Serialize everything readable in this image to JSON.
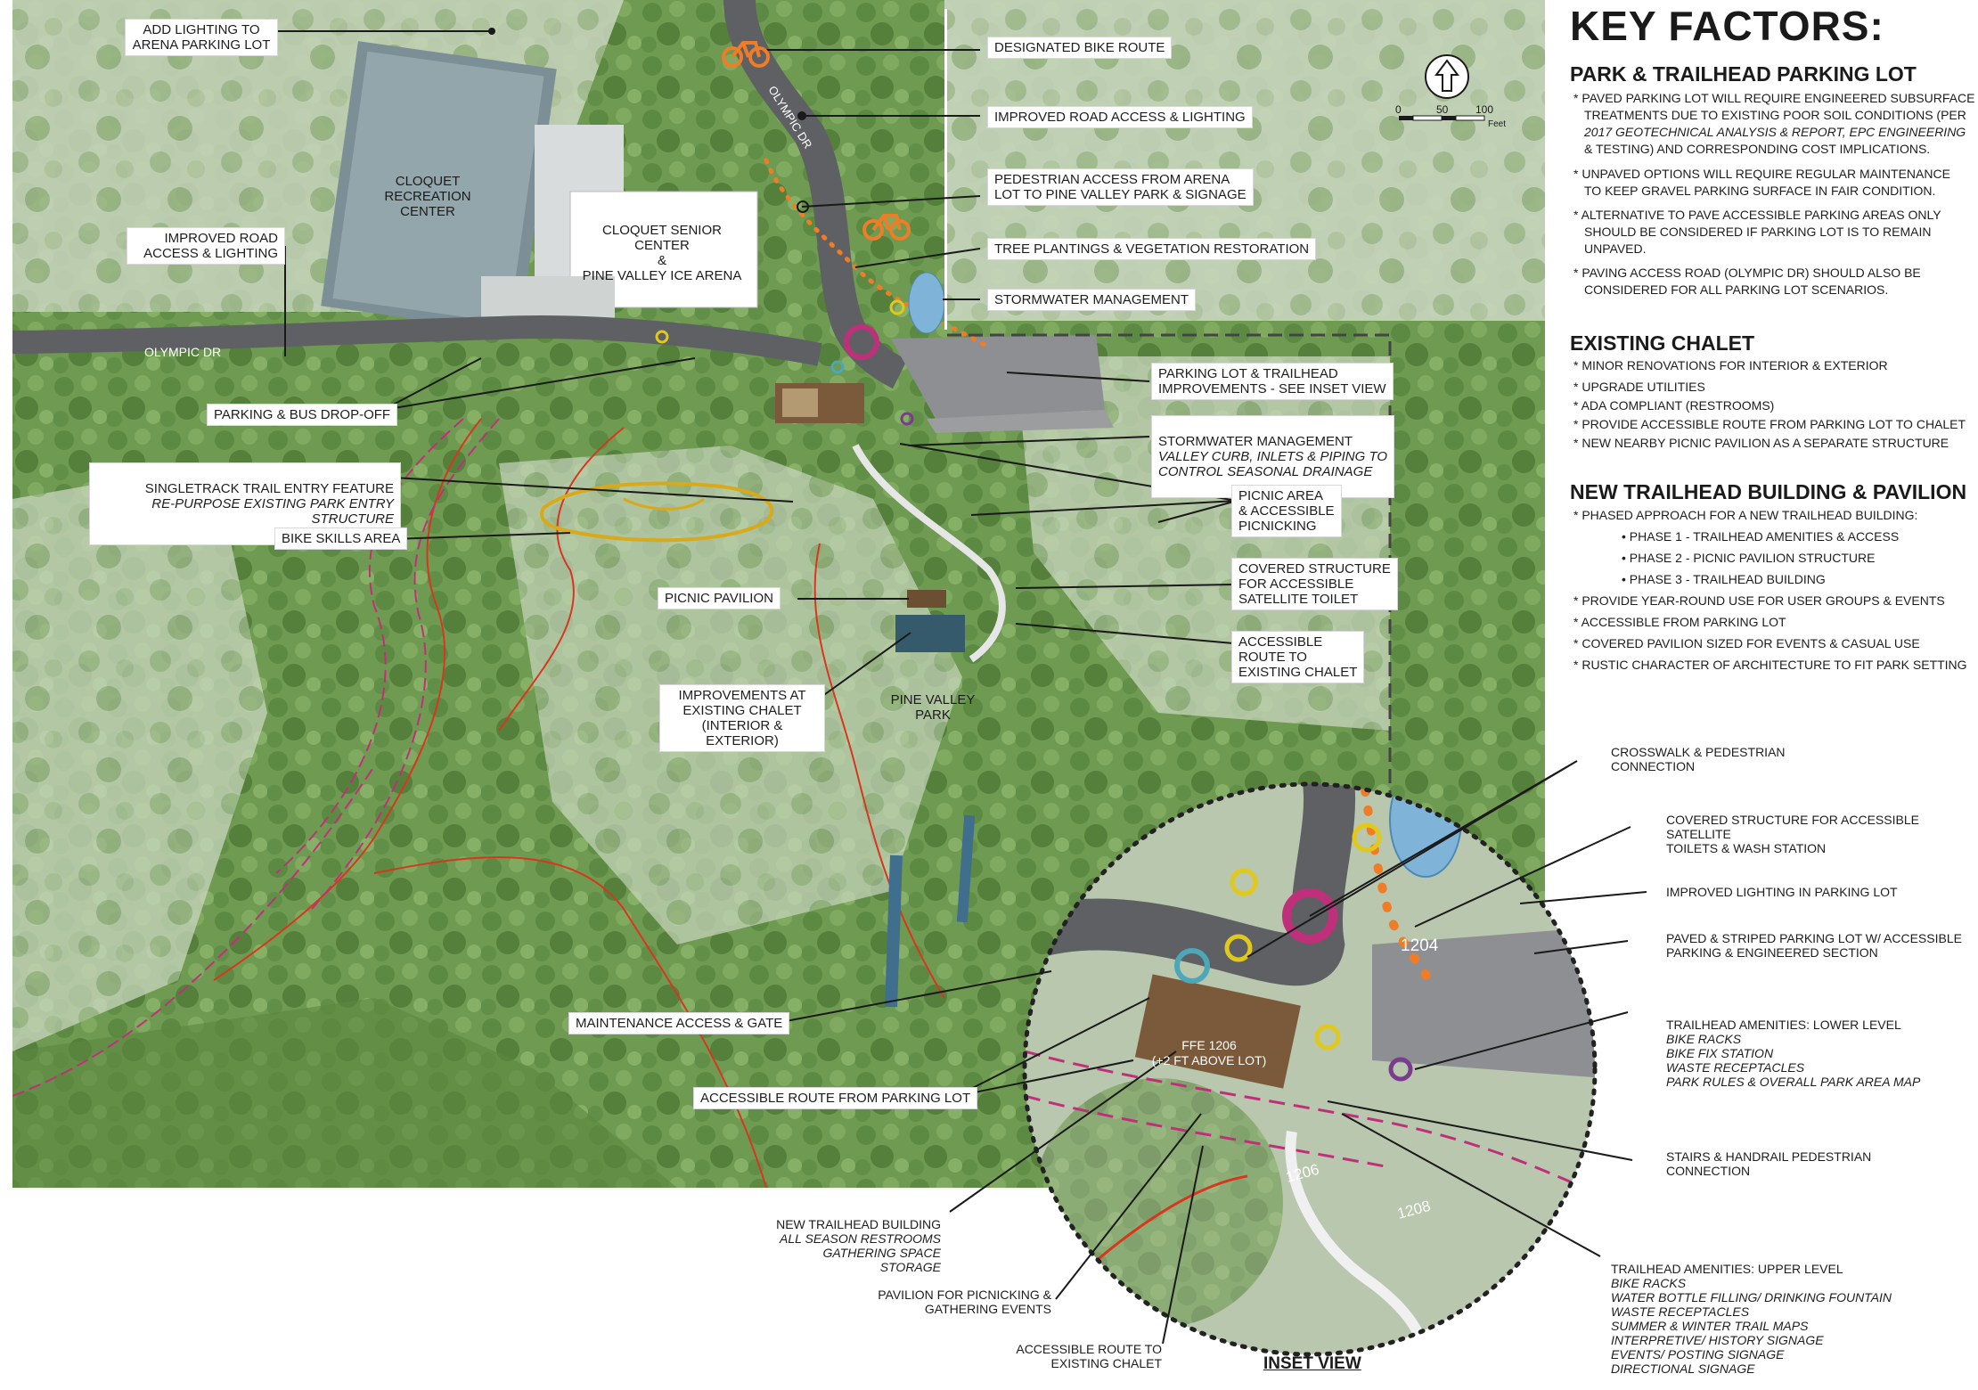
{
  "colors": {
    "forest": "#6f9a52",
    "forest_dark": "#4a7436",
    "meadow": "#c8d3bd",
    "road": "#5f6063",
    "parking": "#8e8f92",
    "trail_red": "#d9361e",
    "trail_magenta": "#c0307a",
    "skills_yellow": "#d9a91a",
    "bike_orange": "#ef7d27",
    "stormwater_blue": "#7fb4d8",
    "roof_brown": "#7a5a3a"
  },
  "icons": [
    "north-arrow-icon",
    "bike-icon",
    "light-marker-icon",
    "tree-icon",
    "star-icon"
  ],
  "scale": {
    "ticks": [
      "0",
      "50",
      "100"
    ],
    "unit": "Feet"
  },
  "map": {
    "road_name": "OLYMPIC DR",
    "road_name_vertical": "OLYMPIC DR",
    "buildings": {
      "recreation": "CLOQUET\nRECREATION\nCENTER",
      "senior": "CLOQUET SENIOR\nCENTER\n&\nPINE VALLEY ICE ARENA",
      "park": "PINE VALLEY\nPARK"
    },
    "inset_contours": [
      "1204",
      "1206",
      "1208"
    ]
  },
  "callouts": {
    "add_lighting": "ADD LIGHTING TO\nARENA PARKING LOT",
    "bike_route": "DESIGNATED BIKE ROUTE",
    "road_access_top": "IMPROVED ROAD ACCESS &  LIGHTING",
    "pedestrian_access": "PEDESTRIAN ACCESS FROM ARENA\nLOT TO PINE VALLEY PARK & SIGNAGE",
    "tree_plantings": "TREE PLANTINGS & VEGETATION RESTORATION",
    "stormwater": "STORMWATER MANAGEMENT",
    "road_access_left": "IMPROVED ROAD\nACCESS &  LIGHTING",
    "parking_bus": "PARKING & BUS DROP-OFF",
    "parking_improvements": "PARKING LOT & TRAILHEAD\nIMPROVEMENTS - SEE INSET VIEW",
    "stormwater_mgmt_title": "STORMWATER MANAGEMENT",
    "stormwater_mgmt_sub": "VALLEY CURB, INLETS & PIPING TO\nCONTROL SEASONAL DRAINAGE",
    "singletrack_title": "SINGLETRACK TRAIL ENTRY FEATURE",
    "singletrack_sub": "RE-PURPOSE EXISTING PARK ENTRY STRUCTURE",
    "bike_skills": "BIKE SKILLS AREA",
    "picnic_area": "PICNIC AREA\n& ACCESSIBLE\nPICNICKING",
    "covered_structure": "COVERED STRUCTURE\nFOR ACCESSIBLE\nSATELLITE TOILET",
    "picnic_pavilion": "PICNIC PAVILION",
    "accessible_route_chalet": "ACCESSIBLE\nROUTE TO\nEXISTING CHALET",
    "chalet_improvements": "IMPROVEMENTS AT\nEXISTING CHALET\n(INTERIOR & EXTERIOR)",
    "maintenance": "MAINTENANCE ACCESS & GATE",
    "accessible_route_lot": "ACCESSIBLE ROUTE FROM PARKING LOT"
  },
  "inset_notes": {
    "new_trailhead_title": "NEW TRAILHEAD BUILDING",
    "new_trailhead_sub": "ALL SEASON RESTROOMS\nGATHERING SPACE\nSTORAGE",
    "pavilion": "PAVILION FOR PICNICKING &\nGATHERING EVENTS",
    "accessible_route": "ACCESSIBLE ROUTE TO\nEXISTING CHALET",
    "crosswalk": "CROSSWALK & PEDESTRIAN\nCONNECTION",
    "covered_satellite": "COVERED STRUCTURE FOR ACCESSIBLE SATELLITE\nTOILETS & WASH STATION",
    "lighting": "IMPROVED LIGHTING IN PARKING LOT",
    "paved_lot": "PAVED & STRIPED PARKING LOT W/ ACCESSIBLE\nPARKING & ENGINEERED SECTION",
    "lower_title": "TRAILHEAD AMENITIES: LOWER LEVEL",
    "lower_sub": "BIKE RACKS\nBIKE FIX STATION\nWASTE RECEPTACLES\nPARK RULES & OVERALL PARK AREA MAP",
    "stairs": "STAIRS & HANDRAIL PEDESTRIAN\nCONNECTION",
    "upper_title": "TRAILHEAD AMENITIES: UPPER LEVEL",
    "upper_sub": "BIKE RACKS\nWATER BOTTLE FILLING/ DRINKING FOUNTAIN\nWASTE RECEPTACLES\nSUMMER & WINTER TRAIL MAPS\nINTERPRETIVE/ HISTORY SIGNAGE\nEVENTS/ POSTING SIGNAGE\nDIRECTIONAL SIGNAGE",
    "building_label": "FFE 1206\n(+2 FT ABOVE LOT)",
    "inset_title": "INSET VIEW"
  },
  "key_factors": {
    "title": "KEY FACTORS:",
    "sections": [
      {
        "heading": "PARK & TRAILHEAD PARKING LOT",
        "items": [
          "* PAVED PARKING LOT WILL REQUIRE ENGINEERED SUBSURFACE",
          "TREATMENTS DUE TO EXISTING POOR SOIL CONDITIONS (PER",
          "2017 GEOTECHNICAL ANALYSIS & REPORT, EPC ENGINEERING",
          "& TESTING) AND CORRESPONDING COST IMPLICATIONS.",
          "*  UNPAVED OPTIONS WILL REQUIRE REGULAR MAINTENANCE",
          "TO KEEP GRAVEL PARKING SURFACE IN FAIR CONDITION.",
          "* ALTERNATIVE TO PAVE ACCESSIBLE PARKING AREAS ONLY",
          "SHOULD BE CONSIDERED IF PARKING LOT IS TO REMAIN",
          "UNPAVED.",
          "* PAVING ACCESS ROAD (OLYMPIC DR) SHOULD ALSO BE",
          "CONSIDERED FOR ALL PARKING LOT SCENARIOS."
        ]
      },
      {
        "heading": "EXISTING CHALET",
        "items": [
          "* MINOR RENOVATIONS FOR INTERIOR & EXTERIOR",
          "*  UPGRADE UTILITIES",
          "* ADA COMPLIANT (RESTROOMS)",
          "* PROVIDE ACCESSIBLE ROUTE FROM PARKING LOT TO CHALET",
          "* NEW NEARBY PICNIC PAVILION AS A SEPARATE STRUCTURE"
        ]
      },
      {
        "heading": "NEW TRAILHEAD BUILDING & PAVILION",
        "items": [
          "* PHASED APPROACH FOR A NEW TRAILHEAD BUILDING:",
          "• PHASE 1 - TRAILHEAD AMENITIES & ACCESS",
          "• PHASE 2 - PICNIC PAVILION STRUCTURE",
          "• PHASE 3 - TRAILHEAD BUILDING",
          "* PROVIDE YEAR-ROUND USE FOR USER GROUPS & EVENTS",
          "* ACCESSIBLE FROM PARKING LOT",
          "* COVERED PAVILION SIZED FOR EVENTS & CASUAL USE",
          "* RUSTIC CHARACTER OF ARCHITECTURE TO FIT PARK SETTING"
        ]
      }
    ]
  }
}
